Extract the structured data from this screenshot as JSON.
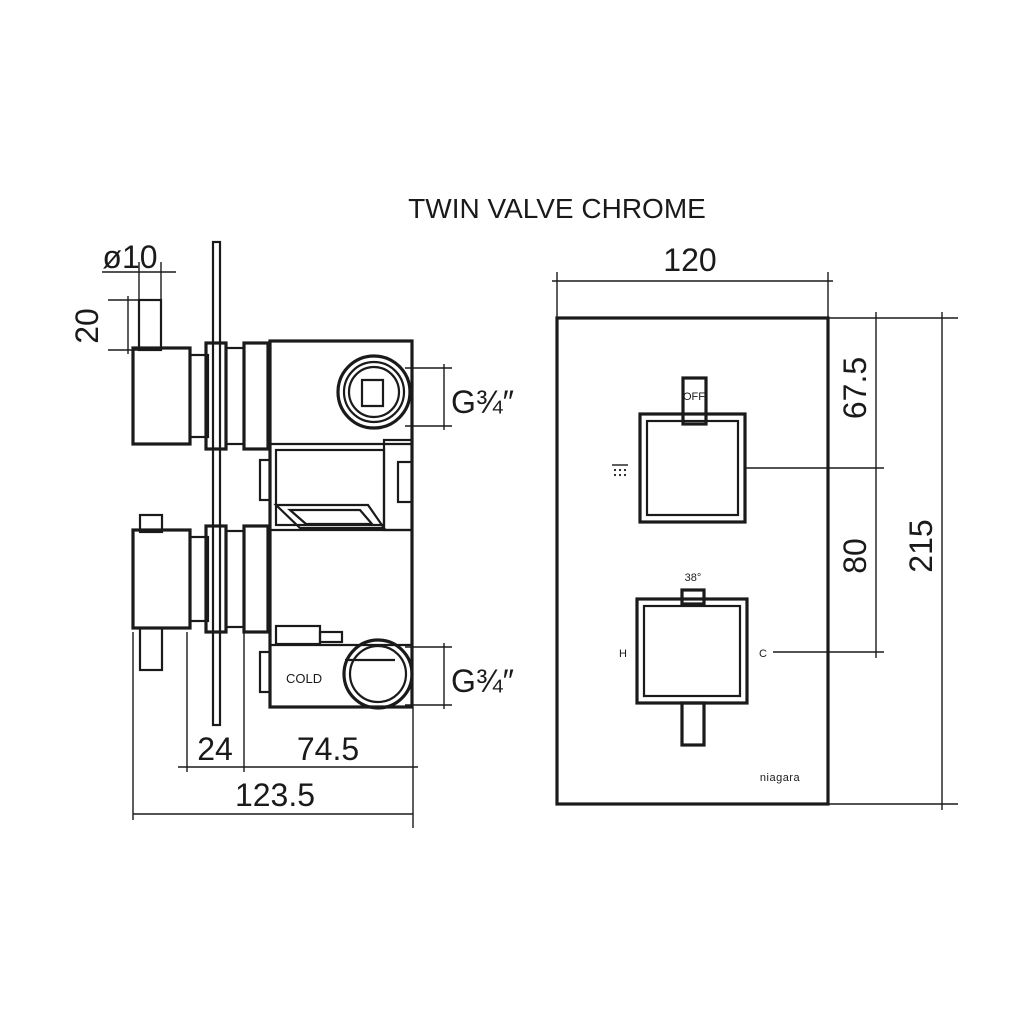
{
  "title": "TWIN VALVE CHROME",
  "side_view": {
    "dia_label": "ø10",
    "height_label": "20",
    "thread_top": "G¾″",
    "thread_bottom": "G¾″",
    "cold_label": "COLD",
    "dim_24": "24",
    "dim_74_5": "74.5",
    "dim_123_5": "123.5"
  },
  "front_view": {
    "width_label": "120",
    "dim_67_5": "67.5",
    "dim_80": "80",
    "dim_215": "215",
    "off_label": "OFF",
    "temp_label": "38°",
    "hot_label": "H",
    "cold_label": "C",
    "brand": "niagara"
  }
}
